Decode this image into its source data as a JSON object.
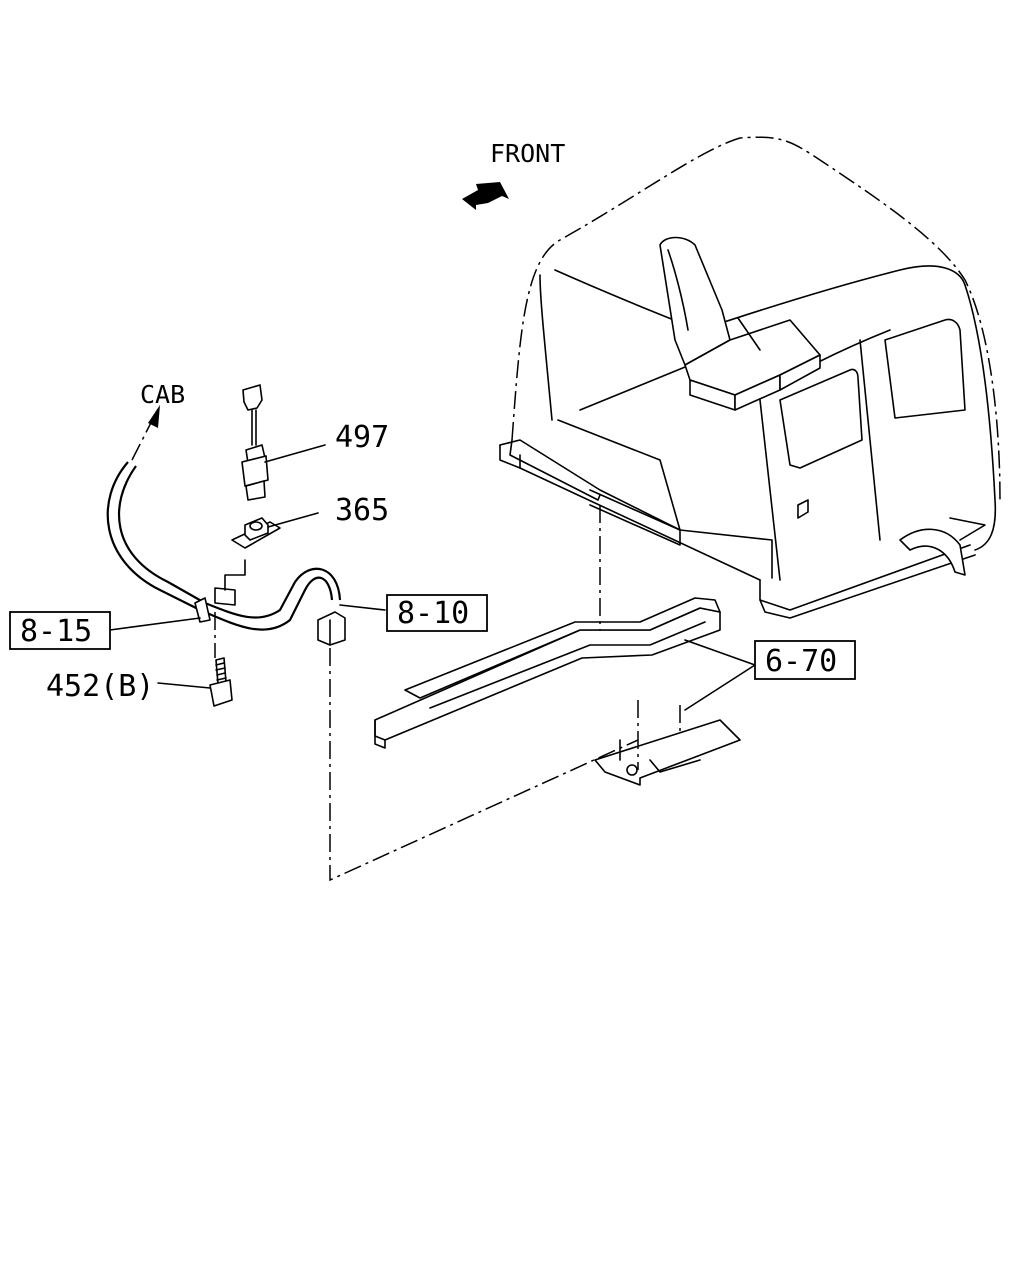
{
  "labels": {
    "front": "FRONT",
    "cab": "CAB",
    "part_497": "497",
    "part_365": "365",
    "ref_8_15": "8-15",
    "ref_8_10": "8-10",
    "part_452b": "452(B)",
    "ref_6_70": "6-70"
  }
}
